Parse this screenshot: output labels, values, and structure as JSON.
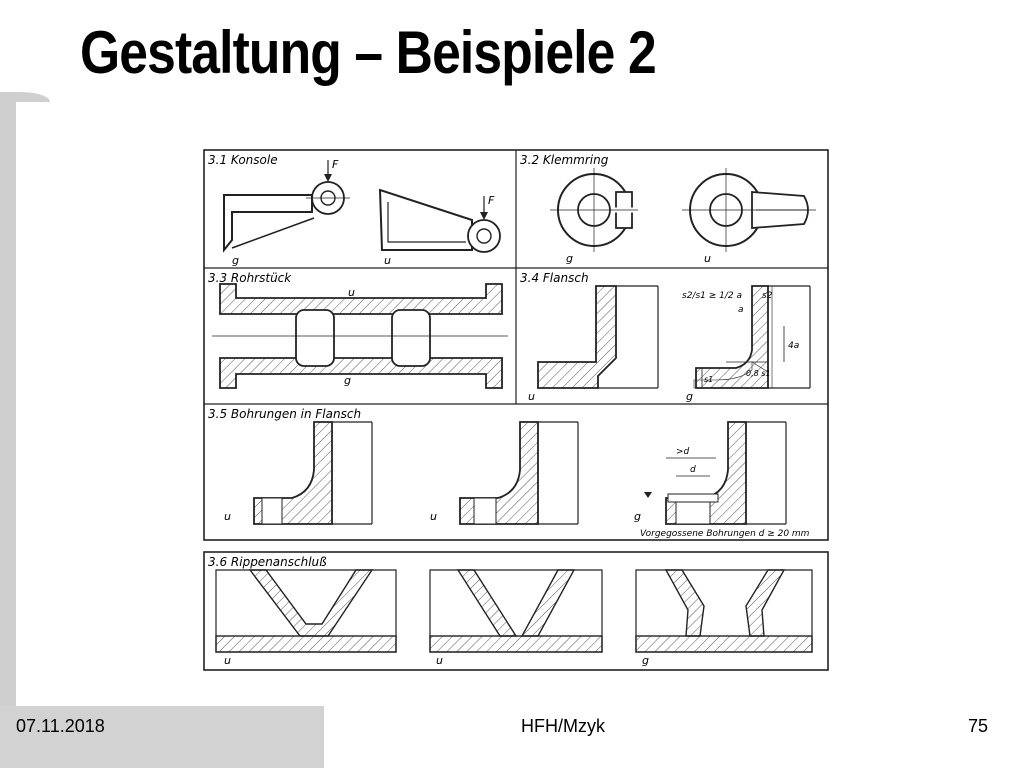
{
  "slide": {
    "title": "Gestaltung – Beispiele 2"
  },
  "footer": {
    "date": "07.11.2018",
    "center": "HFH/Mzyk",
    "page": "75"
  },
  "drawing": {
    "panels": {
      "konsole": {
        "title": "3.1 Konsole",
        "force": "F",
        "label_left": "g",
        "label_right": "u"
      },
      "klemmring": {
        "title": "3.2 Klemmring",
        "label_left": "g",
        "label_right": "u"
      },
      "rohrstueck": {
        "title": "3.3 Rohrstück",
        "label_top": "u",
        "label_bottom": "g"
      },
      "flansch": {
        "title": "3.4 Flansch",
        "label_left": "u",
        "label_right": "g",
        "formula": "s2/s1 ≥ 1/2 a",
        "dim_s2": "s2",
        "dim_4a": "4a",
        "dim_08s1": "0,8 s1",
        "dim_s1": "s1",
        "dim_a": "a"
      },
      "bohrungen": {
        "title": "3.5 Bohrungen in Flansch",
        "label_1": "u",
        "label_2": "u",
        "label_3": "g",
        "dim_gd": ">d",
        "dim_d": "d",
        "note": "Vorgegossene Bohrungen d ≥ 20 mm"
      },
      "rippen": {
        "title": "3.6 Rippenanschluß",
        "label_1": "u",
        "label_2": "u",
        "label_3": "g"
      }
    }
  }
}
